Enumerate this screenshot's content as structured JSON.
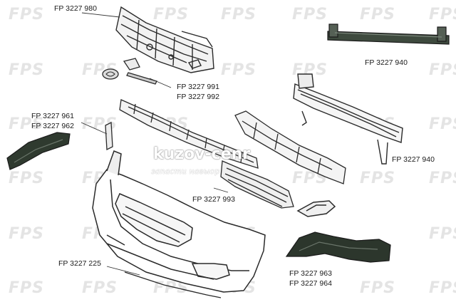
{
  "watermark": "FPS",
  "site": {
    "name": "kuzov-cenr",
    "tagline": "запасти навыор"
  },
  "labels": {
    "p980": "FP 3227 980",
    "p940_top": "FP 3227 940",
    "p991": "FP 3227 991",
    "p992": "FP 3227 992",
    "p961": "FP 3227 961",
    "p962": "FP 3227 962",
    "p940_right": "FP 3227 940",
    "p993": "FP 3227 993",
    "p225": "FP 3227 225",
    "p963": "FP 3227 963",
    "p964": "FP 3227 964"
  }
}
